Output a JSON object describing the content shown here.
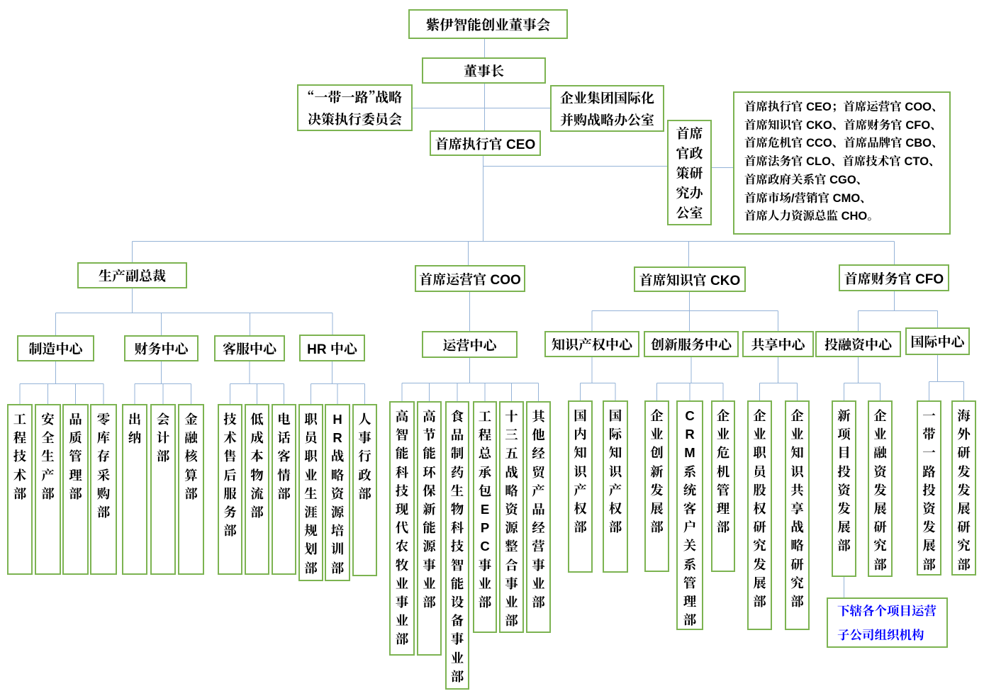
{
  "colors": {
    "box_border": "#7cb351",
    "connector": "#95b3d7",
    "note_text": "#0000ff",
    "label_text": "#000000",
    "background": "#ffffff"
  },
  "org": {
    "board": "紫伊智能创业董事会",
    "chairman": "董事长",
    "belt_road_committee": "“一带一路”战略\n决策执行委员会",
    "intl_ma_office": "企业集团国际化\n并购战略办公室",
    "ceo": "首席执行官 CEO",
    "policy_office": "首席官政策研究办公室",
    "cxo_list": "首席执行官 CEO；首席运营官 COO、\n首席知识官 CKO、首席财务官 CFO、\n首席危机官 CCO、首席品牌官 CBO、\n首席法务官 CLO、首席技术官 CTO、\n首席政府关系官 CGO、\n首席市场/营销官 CMO、\n首席人力资源总监 CHO。",
    "executives": {
      "production_vp": "生产副总裁",
      "coo": "首席运营官 COO",
      "cko": "首席知识官 CKO",
      "cfo": "首席财务官 CFO"
    },
    "centers": {
      "manufacturing": "制造中心",
      "finance": "财务中心",
      "customer_service": "客服中心",
      "hr": "HR 中心",
      "operations": "运营中心",
      "ip": "知识产权中心",
      "innovation": "创新服务中心",
      "sharing": "共享中心",
      "investment": "投融资中心",
      "international": "国际中心"
    },
    "departments": {
      "manufacturing": [
        "工程技术部",
        "安全生产部",
        "品质管理部",
        "零库存采购部"
      ],
      "finance": [
        "出纳",
        "会计部",
        "金融核算部"
      ],
      "customer_service": [
        "技术售后服务部",
        "低成本物流部",
        "电话客情部"
      ],
      "hr": [
        "职员职业生涯规划部",
        "HR战略资源培训部",
        "人事行政部"
      ],
      "operations": [
        "高智能科技现代农牧业事业部",
        "高节能环保新能源事业部",
        "食品制药生物科技智能设备事业部",
        "工程总承包EPC事业部",
        "十三五战略资源整合事业部",
        "其他经贸产品经营事业部"
      ],
      "ip": [
        "国内知识产权部",
        "国际知识产权部"
      ],
      "innovation": [
        "企业创新发展部",
        "CRM系统客户关系管理部",
        "企业危机管理部"
      ],
      "sharing": [
        "企业职员股权研究发展部",
        "企业知识共享战略研究部"
      ],
      "investment": [
        "新项目投资发展部",
        "企业融资发展研究部"
      ],
      "international": [
        "一带一路投资发展部",
        "海外研发发展研究部"
      ]
    },
    "note": "下辖各个项目运营\n子公司组织机构"
  }
}
